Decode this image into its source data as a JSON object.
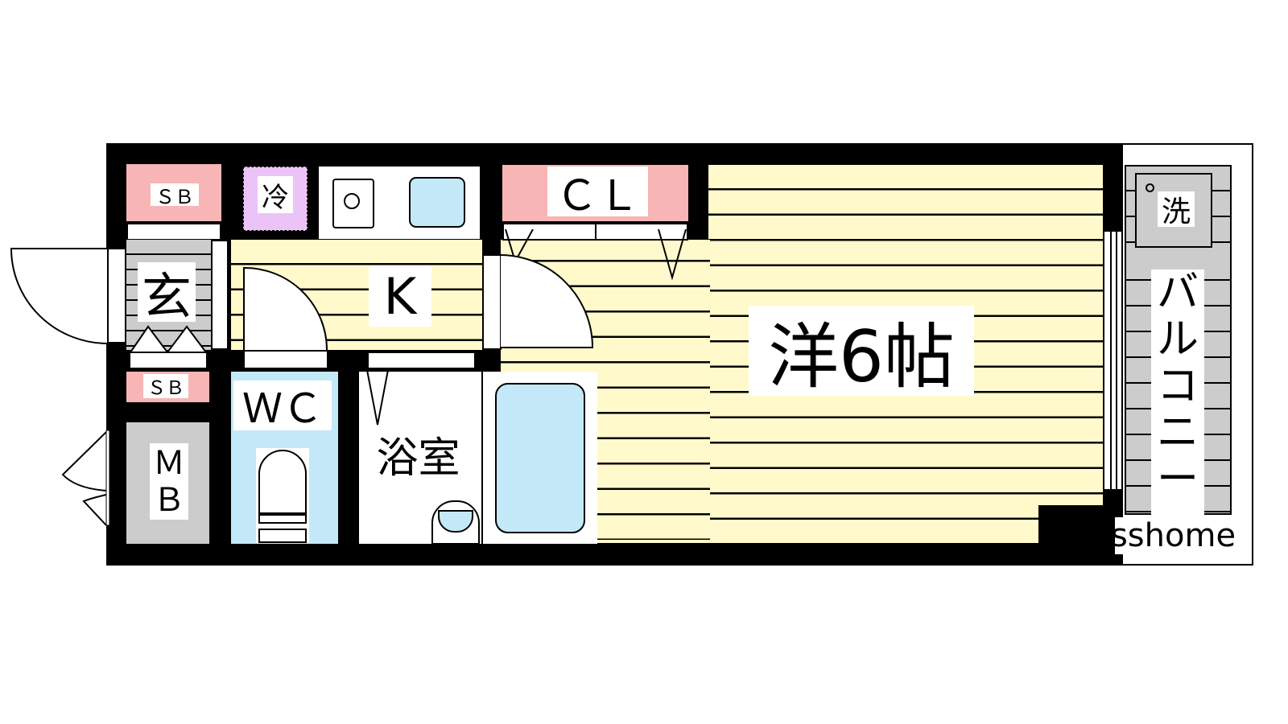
{
  "rooms": {
    "shoe_box_top": "ＳＢ",
    "fridge": "冷",
    "closet": "ＣＬ",
    "entrance": "玄",
    "kitchen": "K",
    "shoe_box_bottom": "ＳＢ",
    "toilet": "ＷＣ",
    "meter_box": "Ｍ\nＢ",
    "bathroom": "浴室",
    "western_room": "洋6帖",
    "washer": "洗",
    "balcony": "バ\nル\nコ\nニ\nー"
  },
  "watermark": "sshome",
  "colors": {
    "floor": "#fff9cc",
    "storage": "#f8b5b5",
    "fridge": "#ecc3f6",
    "water": "#c3e9f8",
    "entrance": "#cccccc"
  }
}
